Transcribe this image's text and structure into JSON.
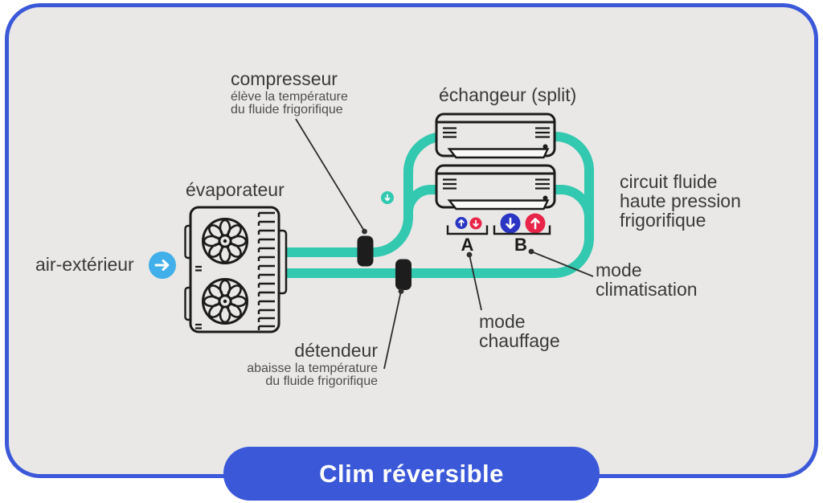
{
  "badge": {
    "label": "Clim réversible"
  },
  "colors": {
    "frame_blue": "#3B58D9",
    "pipe_teal": "#33C8B0",
    "panel_gray": "#E9E8E6",
    "air_blue": "#41AFE9",
    "hot_red": "#E82448",
    "cold_blue": "#2A35C4",
    "ink": "#1B1B1B"
  },
  "labels": {
    "compresseur": {
      "title": "compresseur",
      "desc1": "élève la température",
      "desc2": "du fluide frigorifique"
    },
    "echangeur": {
      "title": "échangeur (split)"
    },
    "evaporateur": {
      "title": "évaporateur"
    },
    "air_exterieur": {
      "title": "air-extérieur"
    },
    "circuit": {
      "line1": "circuit fluide",
      "line2": "haute pression",
      "line3": "frigorifique"
    },
    "detendeur": {
      "title": "détendeur",
      "desc1": "abaisse la température",
      "desc2": "du fluide frigorifique"
    },
    "mode_chauffage": {
      "line1": "mode",
      "line2": "chauffage"
    },
    "mode_climatisation": {
      "line1": "mode",
      "line2": "climatisation"
    },
    "group_a": "A",
    "group_b": "B"
  },
  "icons": {
    "air_flow": "arrow-right",
    "pipe_flow": "arrow-down",
    "mode_a_cold": "arrow-up",
    "mode_a_hot": "arrow-down",
    "mode_b_cold": "arrow-down",
    "mode_b_hot": "arrow-up"
  }
}
